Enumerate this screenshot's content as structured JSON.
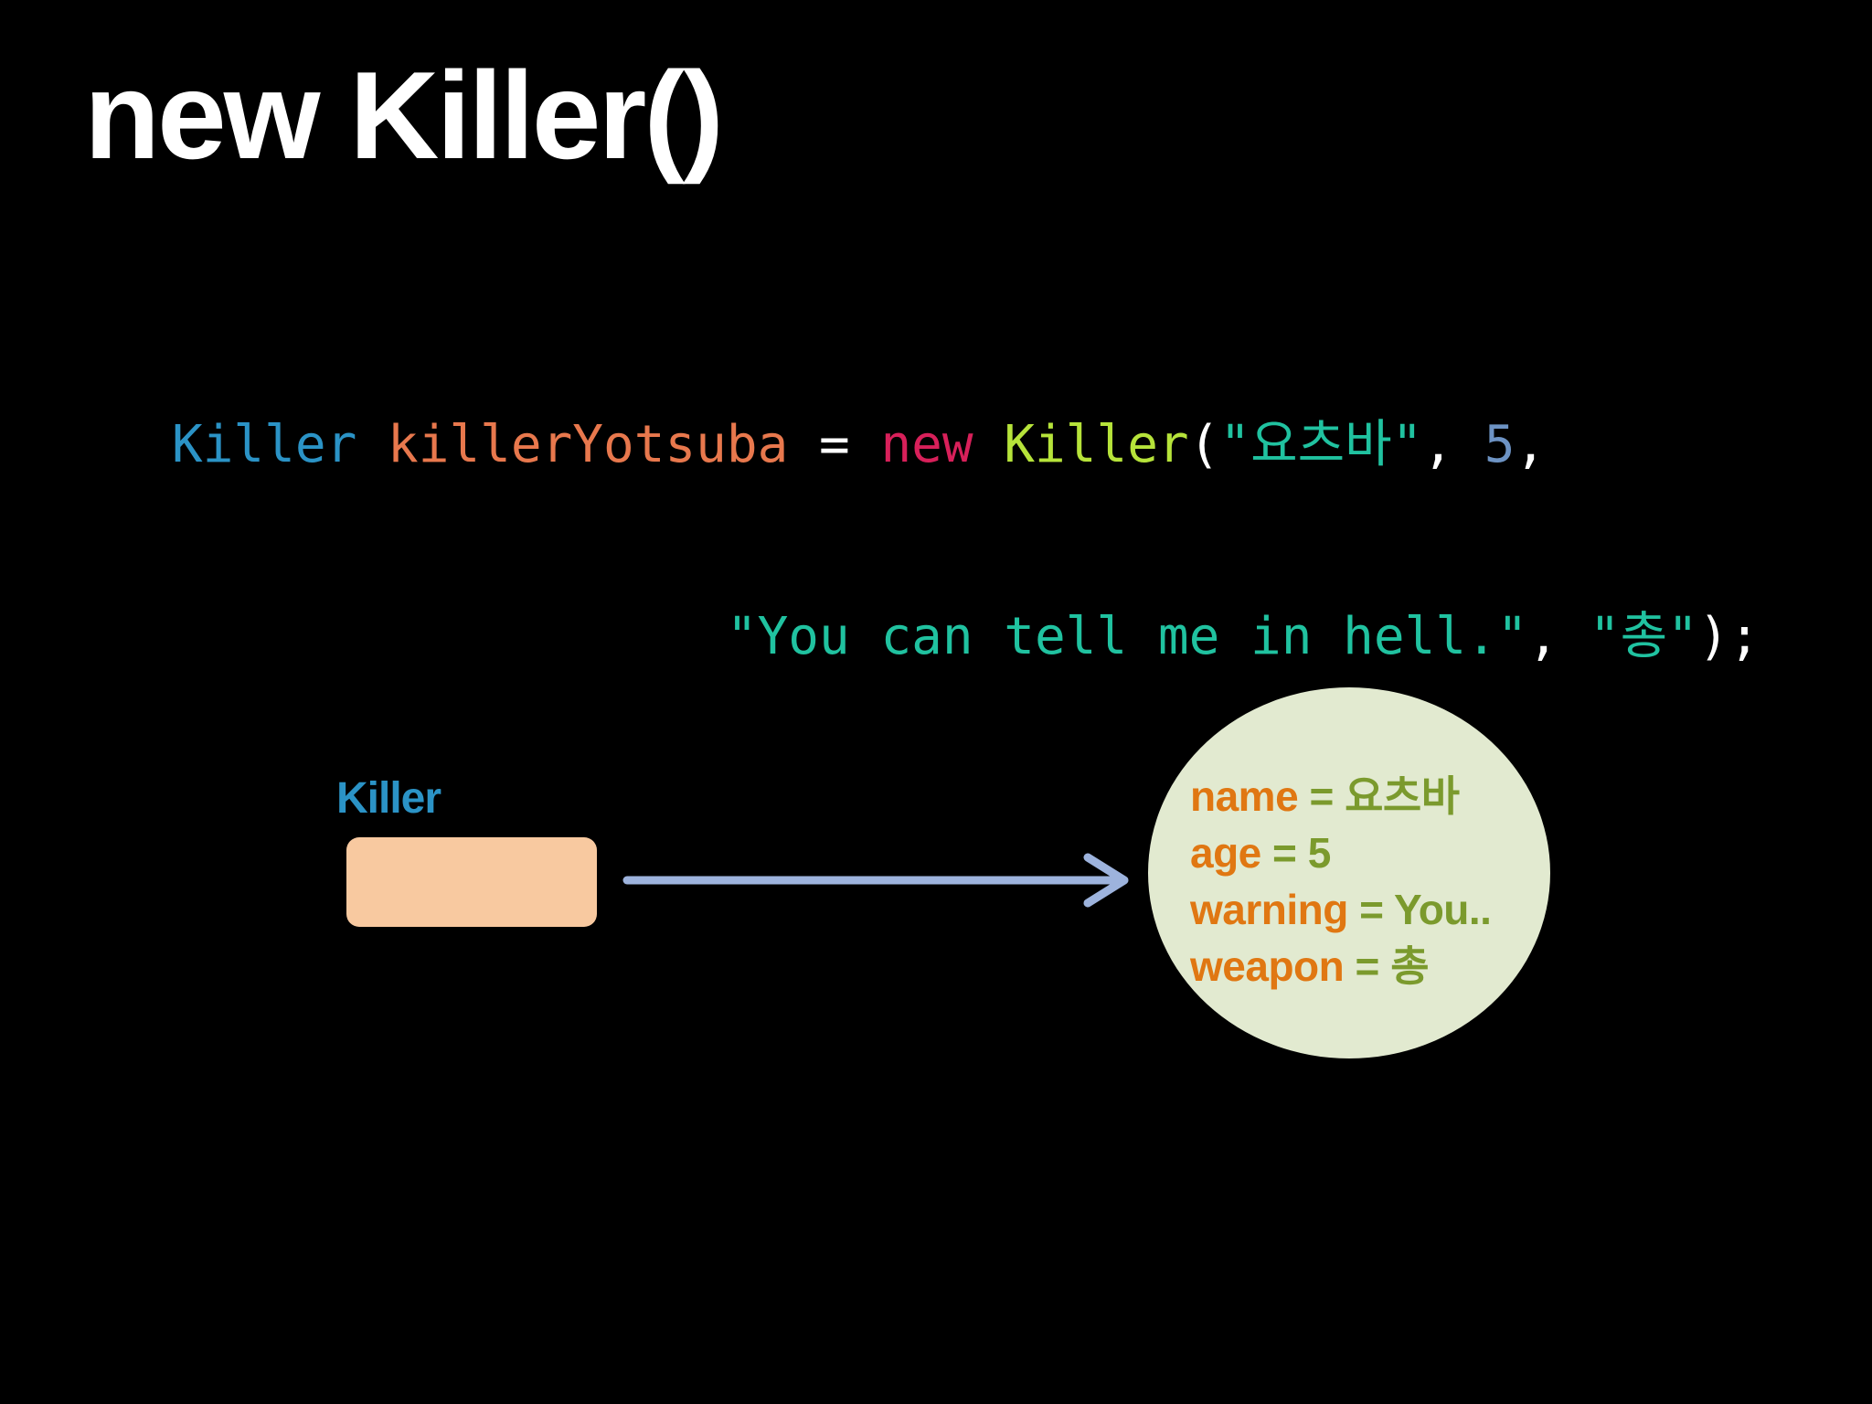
{
  "slide": {
    "title": "new Killer()"
  },
  "code": {
    "line1": [
      {
        "text": "Killer",
        "color": "#2b93c6"
      },
      {
        "text": " ",
        "color": "#ffffff"
      },
      {
        "text": "killerYotsuba",
        "color": "#e8784d"
      },
      {
        "text": " = ",
        "color": "#ffffff"
      },
      {
        "text": "new",
        "color": "#d8205a"
      },
      {
        "text": " ",
        "color": "#ffffff"
      },
      {
        "text": "Killer",
        "color": "#b6e33a"
      },
      {
        "text": "(",
        "color": "#ffffff"
      },
      {
        "text": "\"요츠바\"",
        "color": "#20c2a0"
      },
      {
        "text": ", ",
        "color": "#ffffff"
      },
      {
        "text": "5",
        "color": "#6d93c4"
      },
      {
        "text": ",",
        "color": "#ffffff"
      }
    ],
    "line2": [
      {
        "text": "                  ",
        "color": "#ffffff"
      },
      {
        "text": "\"You can tell me in hell.\"",
        "color": "#20c2a0"
      },
      {
        "text": ", ",
        "color": "#ffffff"
      },
      {
        "text": "\"총\"",
        "color": "#20c2a0"
      },
      {
        "text": ");",
        "color": "#ffffff"
      }
    ]
  },
  "diagram": {
    "variable_label": "Killer",
    "label_color": "#2b93c6",
    "box_color": "#f8c9a0",
    "arrow_color": "#9db3dd",
    "object_color": "#e2ead0",
    "field_name_color": "#e07712",
    "field_value_color": "#7b9a2d",
    "fields": [
      {
        "name": "name",
        "sep": " = ",
        "value": "요츠바"
      },
      {
        "name": "age",
        "sep": " = ",
        "value": "5"
      },
      {
        "name": "warning",
        "sep": " = ",
        "value": "You.."
      },
      {
        "name": "weapon",
        "sep": " = ",
        "value": "총"
      }
    ]
  }
}
